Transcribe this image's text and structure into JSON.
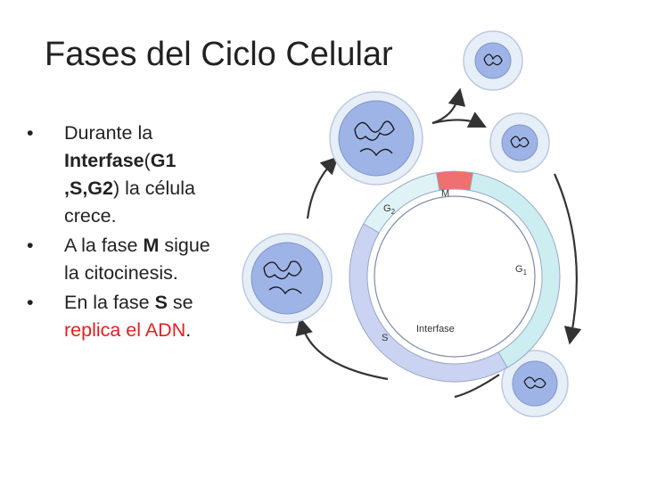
{
  "title": "Fases del Ciclo Celular",
  "bullets": [
    {
      "parts": [
        {
          "text": "Durante la ",
          "bold": false,
          "red": false
        },
        {
          "text": "Interfase",
          "bold": true,
          "red": false
        },
        {
          "text": "(",
          "bold": false,
          "red": false
        },
        {
          "text": "G1 ,S,G2",
          "bold": true,
          "red": false
        },
        {
          "text": ") la célula crece.",
          "bold": false,
          "red": false
        }
      ]
    },
    {
      "parts": [
        {
          "text": "A la fase ",
          "bold": false,
          "red": false
        },
        {
          "text": "M",
          "bold": true,
          "red": false
        },
        {
          "text": " sigue la citocinesis.",
          "bold": false,
          "red": false
        }
      ]
    },
    {
      "parts": [
        {
          "text": "En la fase ",
          "bold": false,
          "red": false
        },
        {
          "text": "S",
          "bold": true,
          "red": false
        },
        {
          "text": " se ",
          "bold": false,
          "red": false
        },
        {
          "text": "replica el ADN",
          "bold": false,
          "red": true
        },
        {
          "text": ".",
          "bold": false,
          "red": false
        }
      ]
    }
  ],
  "diagram": {
    "labels": {
      "m": "M",
      "g1": "G",
      "g1_sub": "1",
      "g2": "G",
      "g2_sub": "2",
      "s": "S",
      "interfase": "Interfase"
    },
    "colors": {
      "m_phase": "#f07070",
      "g1_phase": "#cdeef0",
      "g2_phase": "#dff3f6",
      "s_phase": "#cad4f2",
      "cell_outer": "#e6eef8",
      "nucleus": "#9fb4e6",
      "arrow": "#333333",
      "accent_red": "#e02020"
    }
  }
}
